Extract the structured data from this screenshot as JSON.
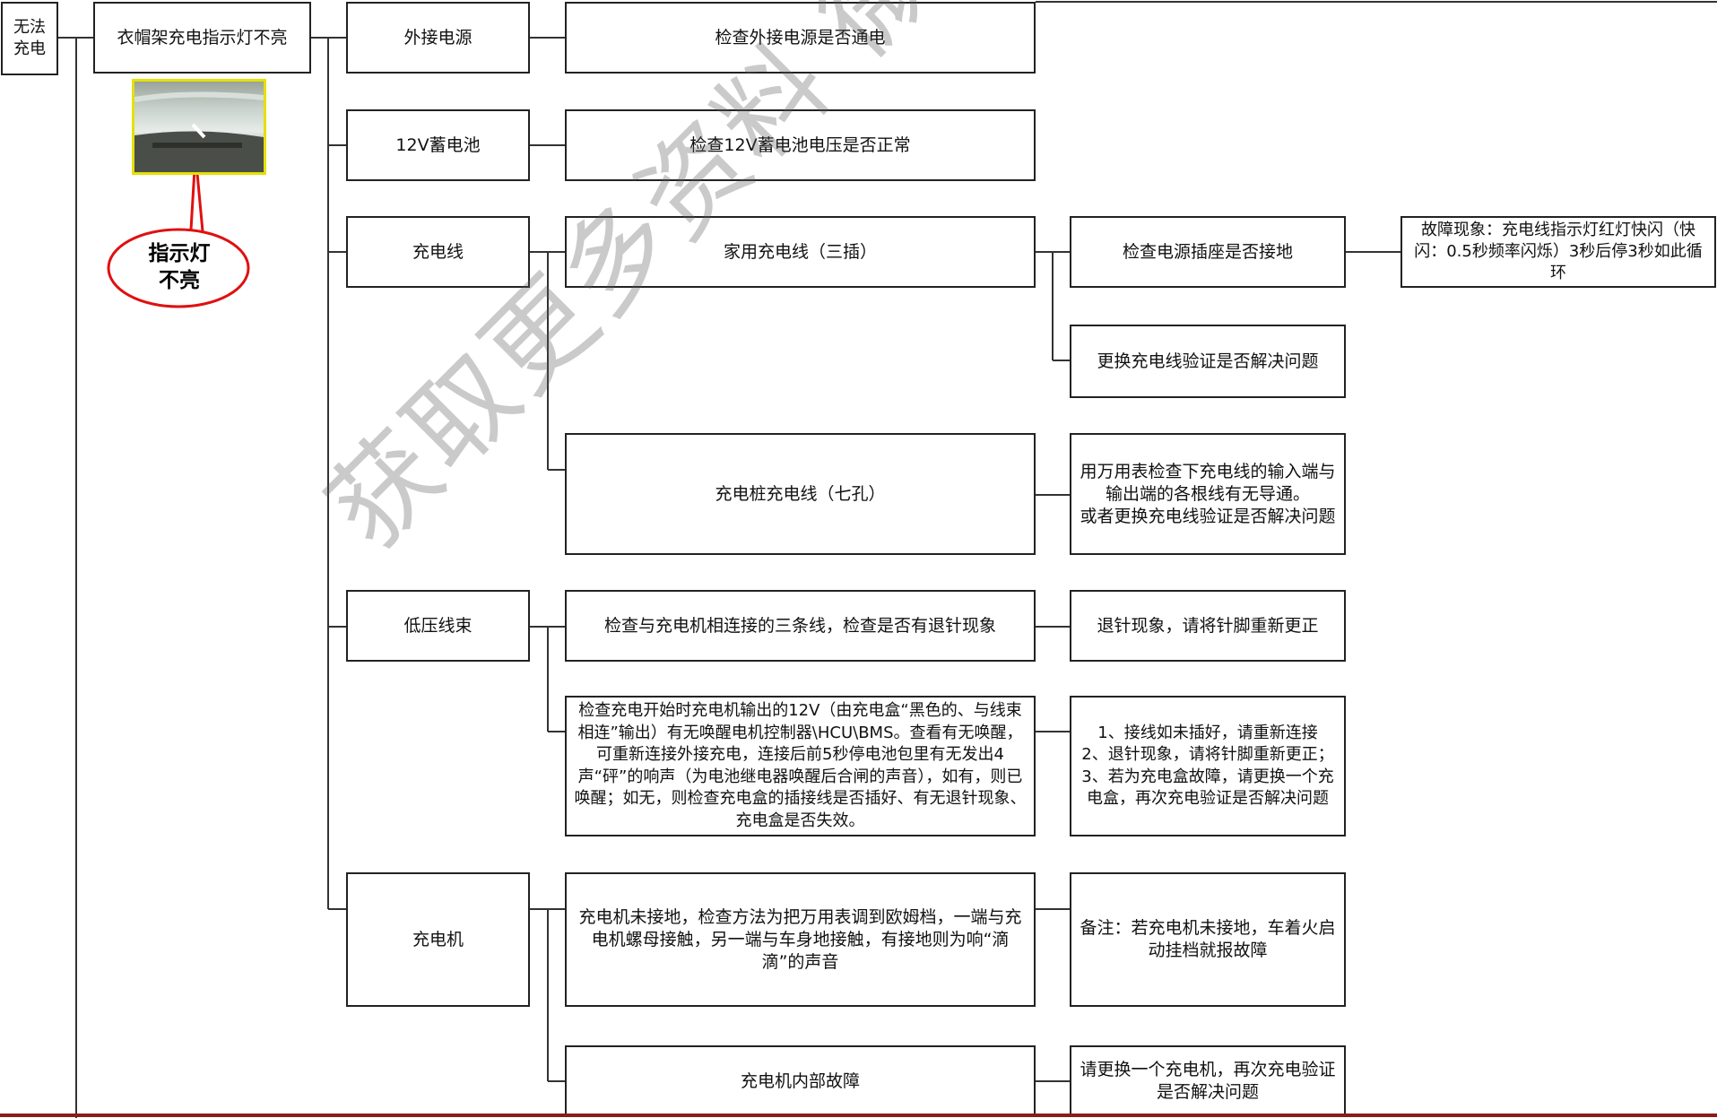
{
  "root": {
    "label": "无法\n充电"
  },
  "symptom": {
    "label": "衣帽架充电指示灯不亮"
  },
  "callout": {
    "label": "指示灯\n不亮"
  },
  "categories": [
    {
      "label": "外接电源"
    },
    {
      "label": "12V蓄电池"
    },
    {
      "label": "充电线"
    },
    {
      "label": "低压线束"
    },
    {
      "label": "充电机"
    }
  ],
  "checks": {
    "external_power": "检查外接电源是否通电",
    "battery_12v": "检查12V蓄电池电压是否正常",
    "home_cable": "家用充电线（三插）",
    "pile_cable": "充电桩充电线（七孔）",
    "harness_three_wires": "检查与充电机相连接的三条线，检查是否有退针现象",
    "harness_wakeup": "检查充电开始时充电机输出的12V（由充电盒“黑色的、与线束相连”输出）有无唤醒电机控制器\\HCU\\BMS。查看有无唤醒，可重新连接外接充电，连接后前5秒停电池包里有无发出4 声“砰”的响声（为电池继电器唤醒后合闸的声音），如有，则已唤醒；如无，则检查充电盒的插接线是否插好、有无退针现象、充电盒是否失效。",
    "charger_ground": "充电机未接地，检查方法为把万用表调到欧姆档，一端与充电机螺母接触，另一端与车身地接触，有接地则为响“滴滴”的声音",
    "charger_internal": "充电机内部故障"
  },
  "actions": {
    "socket_ground": "检查电源插座是否接地",
    "replace_cable": "更换充电线验证是否解决问题",
    "multimeter_cable": "用万用表检查下充电线的输入端与输出端的各根线有无导通。\n或者更换充电线验证是否解决问题",
    "pin_fix": "退针现象，请将针脚重新更正",
    "wakeup_fix": "1、接线如未插好，请重新连接\n2、退针现象，请将针脚重新更正；\n3、若为充电盒故障，请更换一个充电盒，再次充电验证是否解决问题",
    "ground_note": "备注：若充电机未接地，车着火启动挂档就报故障",
    "replace_charger": "请更换一个充电机，再次充电验证是否解决问题"
  },
  "symptom_detail": {
    "label": "故障现象：充电线指示灯红灯快闪（快闪：0.5秒频率闪烁）3秒后停3秒如此循环"
  },
  "watermark": {
    "label": "获取更多资料 微信搜索蓝领星球"
  },
  "colors": {
    "callout_red": "#e01010",
    "photo_border": "#e4e000",
    "bottom_rule": "#8b1a1a"
  }
}
